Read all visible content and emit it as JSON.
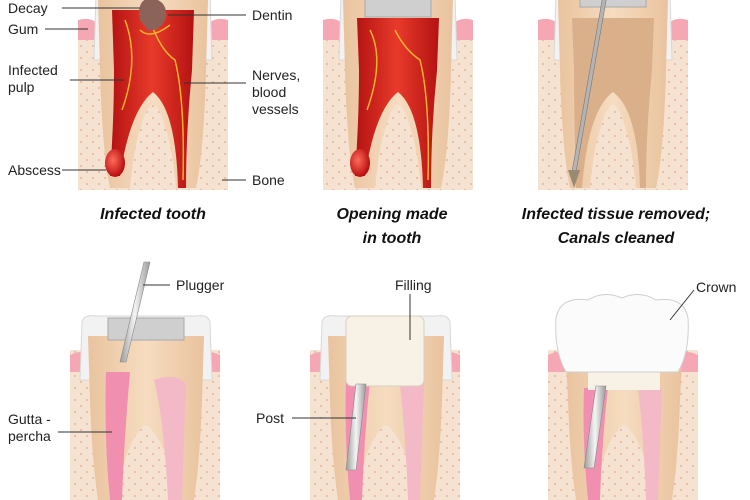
{
  "labels": {
    "decay": "Decay",
    "gum": "Gum",
    "infected_pulp": [
      "Infected",
      "pulp"
    ],
    "abscess": "Abscess",
    "dentin": "Dentin",
    "nerves": [
      "Nerves,",
      "blood",
      "vessels"
    ],
    "bone": "Bone",
    "plugger": "Plugger",
    "gutta_percha": [
      "Gutta -",
      "percha"
    ],
    "filling": "Filling",
    "post": "Post",
    "crown": "Crown"
  },
  "captions": {
    "step1": [
      "Infected tooth"
    ],
    "step2": [
      "Opening made",
      "in tooth"
    ],
    "step3": [
      "Infected tissue removed;",
      "Canals cleaned"
    ]
  },
  "colors": {
    "bone": "#f6e2d0",
    "gum": "#f6a7b4",
    "enamel": "#f3f3f3",
    "dentin": "#f2d2b0",
    "pulp_infected": "#d81e1e",
    "pulp_clean": "#f4b9c6",
    "gutta_percha": "#f08fb0",
    "metal": "#c8c8c8"
  }
}
